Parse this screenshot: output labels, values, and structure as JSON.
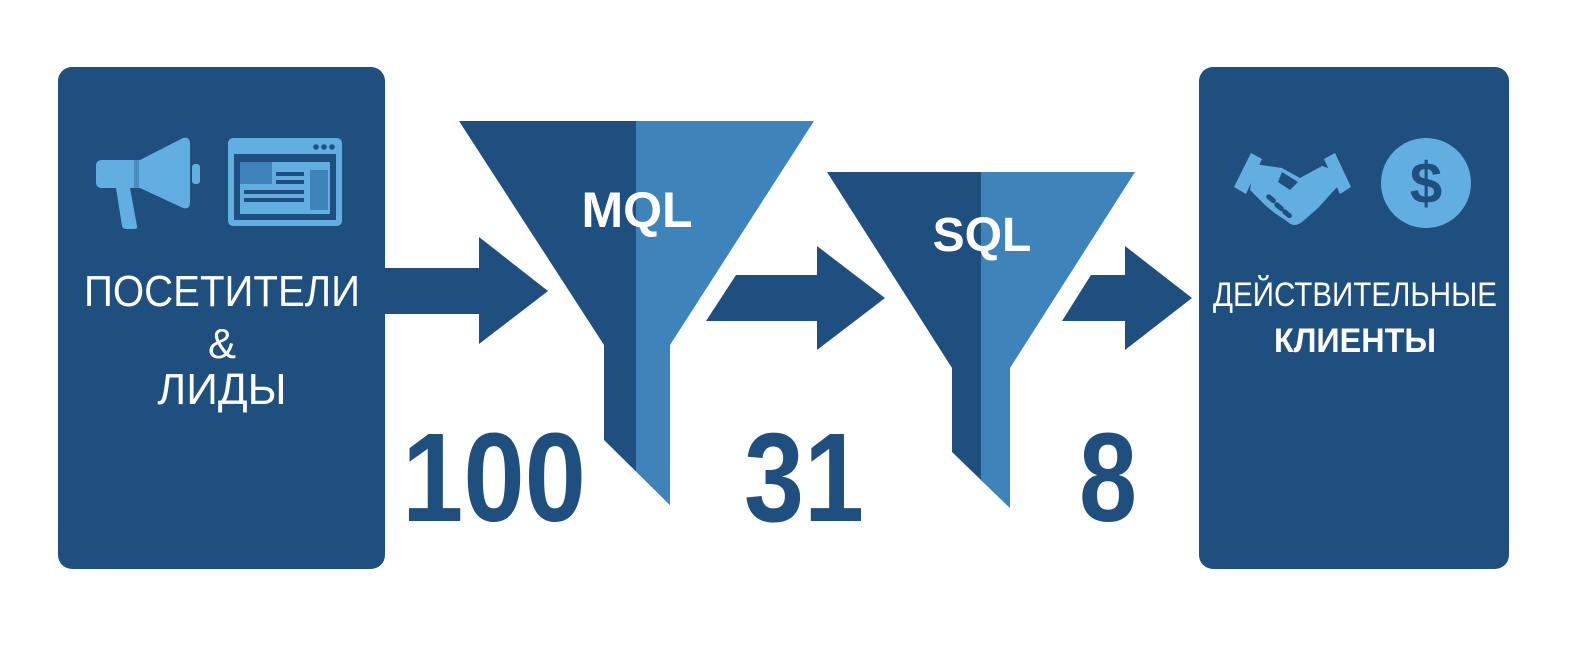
{
  "colors": {
    "dark_blue": "#1e4f7f",
    "light_blue": "#3f83bb",
    "icon_blue": "#63aee0",
    "white": "#ffffff"
  },
  "stages": {
    "leads": {
      "label_line1": "ПОСЕТИТЕЛИ",
      "label_line2": "&",
      "label_line3": "ЛИДЫ",
      "icons": [
        "megaphone-icon",
        "web-page-icon"
      ]
    },
    "mql": {
      "label": "MQL"
    },
    "sql": {
      "label": "SQL"
    },
    "customers": {
      "label_line1": "ДЕЙСТВИТЕЛЬНЫЕ",
      "label_line2": "КЛИЕНТЫ",
      "icons": [
        "handshake-icon",
        "dollar-coin-icon"
      ]
    }
  },
  "counts": {
    "leads": "100",
    "mql": "31",
    "sql": "8"
  }
}
